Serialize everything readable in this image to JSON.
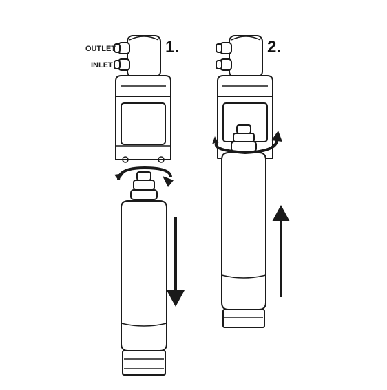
{
  "labels": {
    "outlet": "OUTLET",
    "inlet": "INLET",
    "step1": "1.",
    "step2": "2."
  },
  "colors": {
    "line": "#1a1a1a",
    "background": "#ffffff"
  }
}
